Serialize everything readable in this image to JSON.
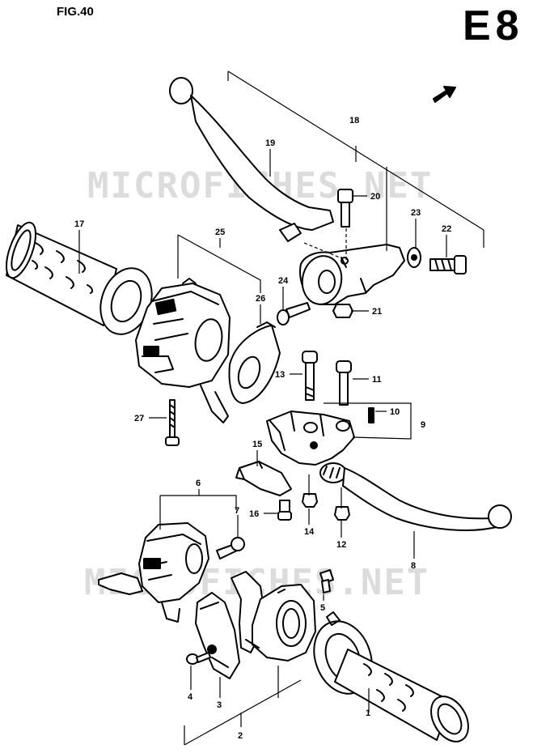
{
  "header": {
    "figure": "FIG.40",
    "section": "E8"
  },
  "watermark": {
    "top": "MICROFICHES.NET",
    "bottom": "MICROFICHES.NET"
  },
  "part_numbers": [
    "1",
    "2",
    "3",
    "4",
    "5",
    "6",
    "7",
    "8",
    "9",
    "10",
    "11",
    "12",
    "13",
    "14",
    "15",
    "16",
    "17",
    "18",
    "19",
    "20",
    "21",
    "22",
    "23",
    "24",
    "25",
    "26",
    "27"
  ],
  "colors": {
    "ink": "#000000",
    "watermark": "#dcdcdc",
    "background": "#ffffff"
  },
  "icons": {
    "direction": "front-arrow-icon"
  }
}
